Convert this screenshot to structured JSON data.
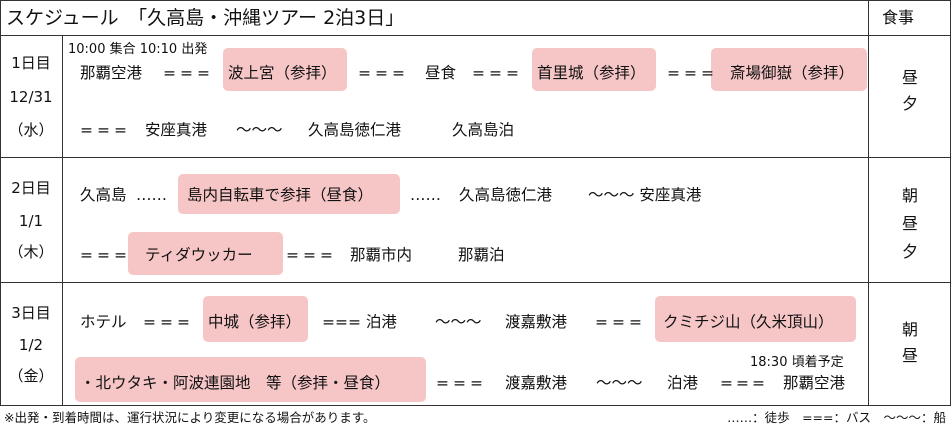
{
  "header": {
    "title": "スケジュール　「久高島・沖縄ツアー 2泊3日」",
    "meal_header": "食事"
  },
  "days": [
    {
      "day_label": "1日目",
      "date": "12/31",
      "weekday": "（水）",
      "meals": [
        "昼",
        "夕"
      ],
      "time_note": "10:00 集合 10:10 出発",
      "line1": {
        "start": "那覇空港",
        "sep1": "===",
        "stop1": "波上宮（参拝）",
        "sep2": "===",
        "lunch": "昼食",
        "sep3": "===",
        "stop2": "首里城（参拝）",
        "sep4": "===",
        "stop3": "斎場御嶽（参拝）"
      },
      "line2": {
        "sep1": "===",
        "port": "安座真港",
        "sep2": "〜〜〜",
        "dest": "久高島徳仁港",
        "lodging": "久高島泊"
      }
    },
    {
      "day_label": "2日目",
      "date": "1/1",
      "weekday": "（木）",
      "meals": [
        "朝",
        "昼",
        "夕"
      ],
      "line1": {
        "start": "久高島",
        "walk1": "……",
        "stop1": "島内自転車で参拝（昼食）",
        "walk2": "……",
        "port": "久高島徳仁港",
        "ship_to": "〜〜〜 安座真港"
      },
      "line2": {
        "sep1": "===",
        "stop1": "ティダウッカー",
        "sep2": "===",
        "area": "那覇市内",
        "lodging": "那覇泊"
      }
    },
    {
      "day_label": "3日目",
      "date": "1/2",
      "weekday": "（金）",
      "meals": [
        "朝",
        "昼"
      ],
      "time_note": "18:30 頃着予定",
      "line1": {
        "start": "ホテル",
        "sep1": "===",
        "stop1": "中城（参拝）",
        "sep2": "=== 泊港",
        "sep3": "〜〜〜",
        "port": "渡嘉敷港",
        "sep4": "===",
        "stop2": "クミチジ山（久米頂山）"
      },
      "line2": {
        "stop1": "・北ウタキ・阿波連園地　等（参拝・昼食）",
        "sep1": "===",
        "port1": "渡嘉敷港",
        "sep2": "〜〜〜",
        "port2": "泊港",
        "sep3": "===",
        "dest": "那覇空港"
      }
    }
  ],
  "footer": {
    "note": "※出発・到着時間は、運行状況により変更になる場合があります。",
    "legend": "……：徒歩　===：バス　〜〜〜：船"
  },
  "colors": {
    "highlight": "#f6c6c7",
    "border": "#333333",
    "text": "#111111"
  }
}
